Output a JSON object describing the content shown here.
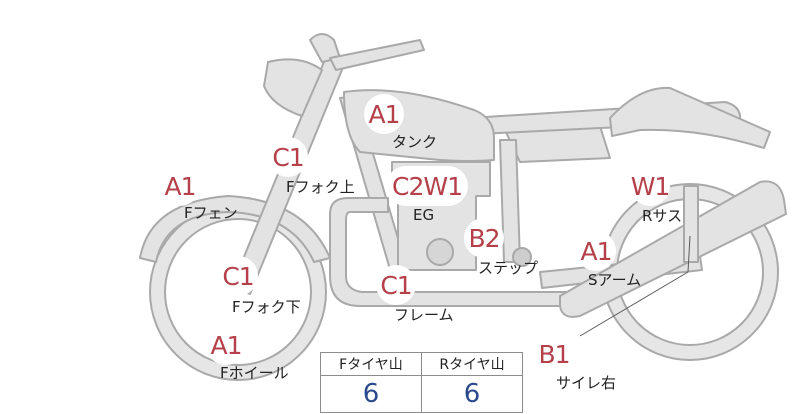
{
  "theme": {
    "grade_color": "#b5404a",
    "part_fill": "#e3e3e3",
    "part_stroke": "#a9a9a9",
    "value_color": "#2b4a8c"
  },
  "parts": {
    "tank": {
      "grade": "A1",
      "label": "タンク"
    },
    "front_fork_upper": {
      "grade": "C1",
      "label": "Fフォク上"
    },
    "front_fender": {
      "grade": "A1",
      "label": "Fフェン"
    },
    "engine": {
      "grade": "C2W1",
      "label": "EG"
    },
    "rear_suspension": {
      "grade": "W1",
      "label": "Rサス"
    },
    "step": {
      "grade": "B2",
      "label": "ステップ"
    },
    "swing_arm": {
      "grade": "A1",
      "label": "Sアーム"
    },
    "front_fork_lower": {
      "grade": "C1",
      "label": "Fフォク下"
    },
    "frame": {
      "grade": "C1",
      "label": "フレーム"
    },
    "front_wheel": {
      "grade": "A1",
      "label": "Fホイール"
    },
    "muffler_right": {
      "grade": "B1",
      "label": "サイレ右"
    }
  },
  "tires": {
    "front": {
      "label": "Fタイヤ山",
      "value": "6"
    },
    "rear": {
      "label": "Rタイヤ山",
      "value": "6"
    }
  }
}
